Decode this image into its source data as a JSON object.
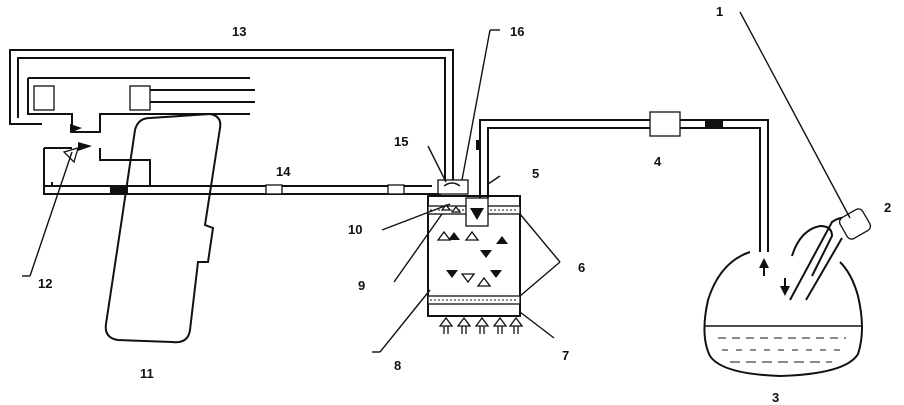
{
  "labels": [
    {
      "id": "1",
      "text": "1"
    },
    {
      "id": "2",
      "text": "2"
    },
    {
      "id": "3",
      "text": "3"
    },
    {
      "id": "4",
      "text": "4"
    },
    {
      "id": "5",
      "text": "5"
    },
    {
      "id": "6",
      "text": "6"
    },
    {
      "id": "7",
      "text": "7"
    },
    {
      "id": "8",
      "text": "8"
    },
    {
      "id": "9",
      "text": "9"
    },
    {
      "id": "10",
      "text": "10"
    },
    {
      "id": "11",
      "text": "11"
    },
    {
      "id": "12",
      "text": "12"
    },
    {
      "id": "13",
      "text": "13"
    },
    {
      "id": "14",
      "text": "14"
    },
    {
      "id": "15",
      "text": "15"
    },
    {
      "id": "16",
      "text": "16"
    }
  ],
  "colors": {
    "ink": "#111111",
    "paper": "#ffffff"
  }
}
